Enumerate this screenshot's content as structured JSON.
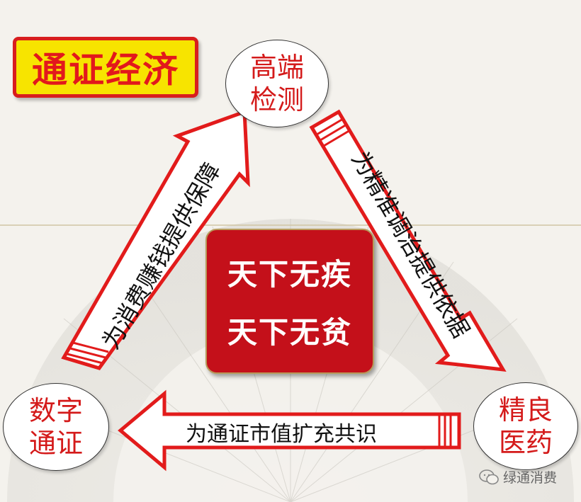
{
  "title": "通证经济",
  "nodes": {
    "top": [
      "高端",
      "检测"
    ],
    "right": [
      "精良",
      "医药"
    ],
    "left": [
      "数字",
      "通证"
    ]
  },
  "center": [
    "天下无疾",
    "天下无贫"
  ],
  "arrows": {
    "left_up": "为消费赚钱提供保障",
    "right_down": "为精准调治提供依据",
    "bottom_left": "为通证市值扩充共识"
  },
  "watermark": "绿通消费",
  "colors": {
    "accent_red": "#d81e1e",
    "title_bg": "#f7e400",
    "center_bg": "#c4101a"
  }
}
